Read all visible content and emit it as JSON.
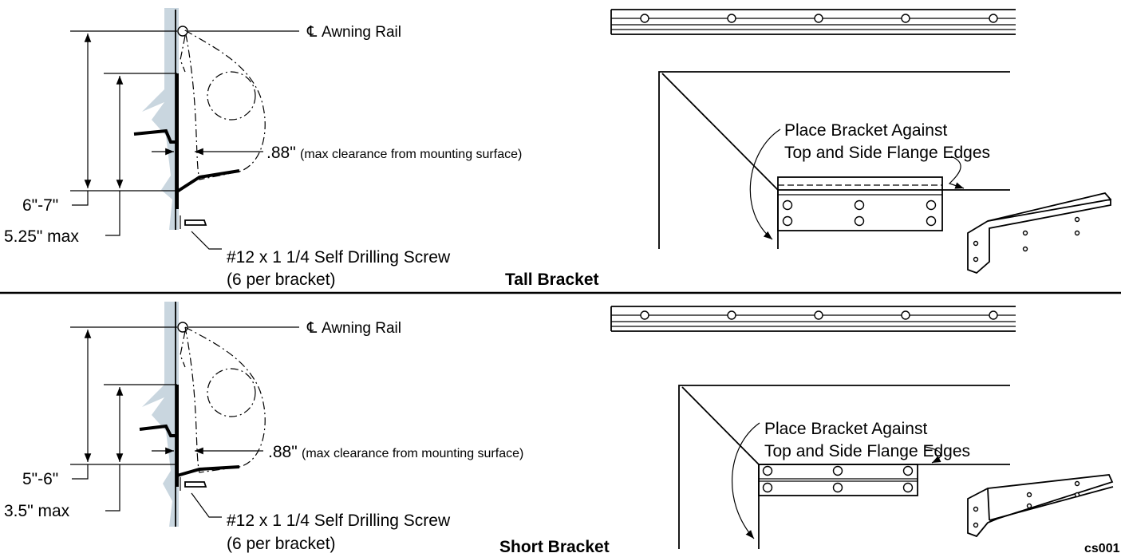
{
  "panels": {
    "tall": {
      "title": "Tall Bracket",
      "rail_label": "Awning Rail",
      "centerline_symbol": "℄",
      "clearance_value": ".88\"",
      "clearance_note": "(max clearance from mounting surface)",
      "dim_outer": "6\"-7\"",
      "dim_inner": "5.25\" max",
      "screw_line1": "#12 x 1 1/4 Self Drilling Screw",
      "screw_line2": "(6 per bracket)",
      "place_line1": "Place Bracket Against",
      "place_line2": "Top and Side Flange Edges"
    },
    "short": {
      "title": "Short Bracket",
      "rail_label": "Awning Rail",
      "centerline_symbol": "℄",
      "clearance_value": ".88\"",
      "clearance_note": "(max clearance from mounting surface)",
      "dim_outer": "5\"-6\"",
      "dim_inner": "3.5\" max",
      "screw_line1": "#12 x 1 1/4 Self Drilling Screw",
      "screw_line2": "(6 per bracket)",
      "place_line1": "Place Bracket Against",
      "place_line2": "Top and Side Flange Edges"
    }
  },
  "drawing_code": "cs001"
}
